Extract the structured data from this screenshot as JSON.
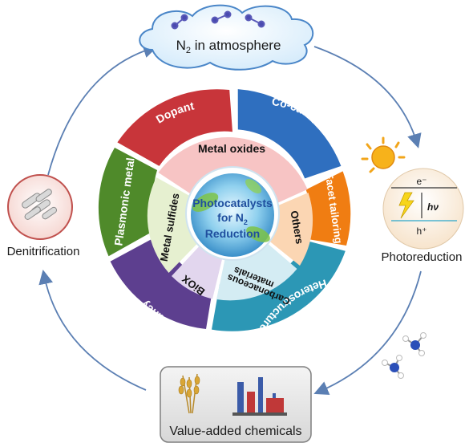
{
  "atmosphere": {
    "prefix": "N",
    "subscript": "2",
    "suffix": " in atmosphere"
  },
  "center": {
    "line1": "Photocatalysts",
    "line2_prefix": "for N",
    "line2_sub": "2",
    "line3": "Reduction"
  },
  "outer_ring": {
    "dopant": "Dopant",
    "cocatalyst": "Co-catalyst",
    "facet": "Facet tailoring",
    "hetero": "Heterostructure",
    "vacancy": "Vacancy",
    "plasmonic": "Plasmonic metal"
  },
  "inner_ring": {
    "metal_oxides": "Metal oxides",
    "others": "Others",
    "carbonaceous_line1": "Carbonaceous",
    "carbonaceous_line2": "materials",
    "biox": "BiOX",
    "metal_sulfides": "Metal sulfides"
  },
  "photoreduction": {
    "label": "Photoreduction",
    "electron": "e⁻",
    "hole": "h⁺",
    "hv": "hν"
  },
  "denitrification": {
    "label": "Denitrification"
  },
  "chemicals": {
    "label": "Value-added chemicals"
  },
  "colors": {
    "dopant": "#c8353a",
    "cocatalyst": "#2f6fbf",
    "facet": "#f07d12",
    "hetero": "#2c97b5",
    "vacancy": "#5d3f8f",
    "plasmonic": "#4f8a2a",
    "metal_oxides": "#f7c4c4",
    "others": "#fbd6b3",
    "carbonaceous": "#d4ecf3",
    "biox": "#e2d6ee",
    "metal_sulfides": "#e6f0d0",
    "cycle_arrow": "#5b7fb3"
  }
}
